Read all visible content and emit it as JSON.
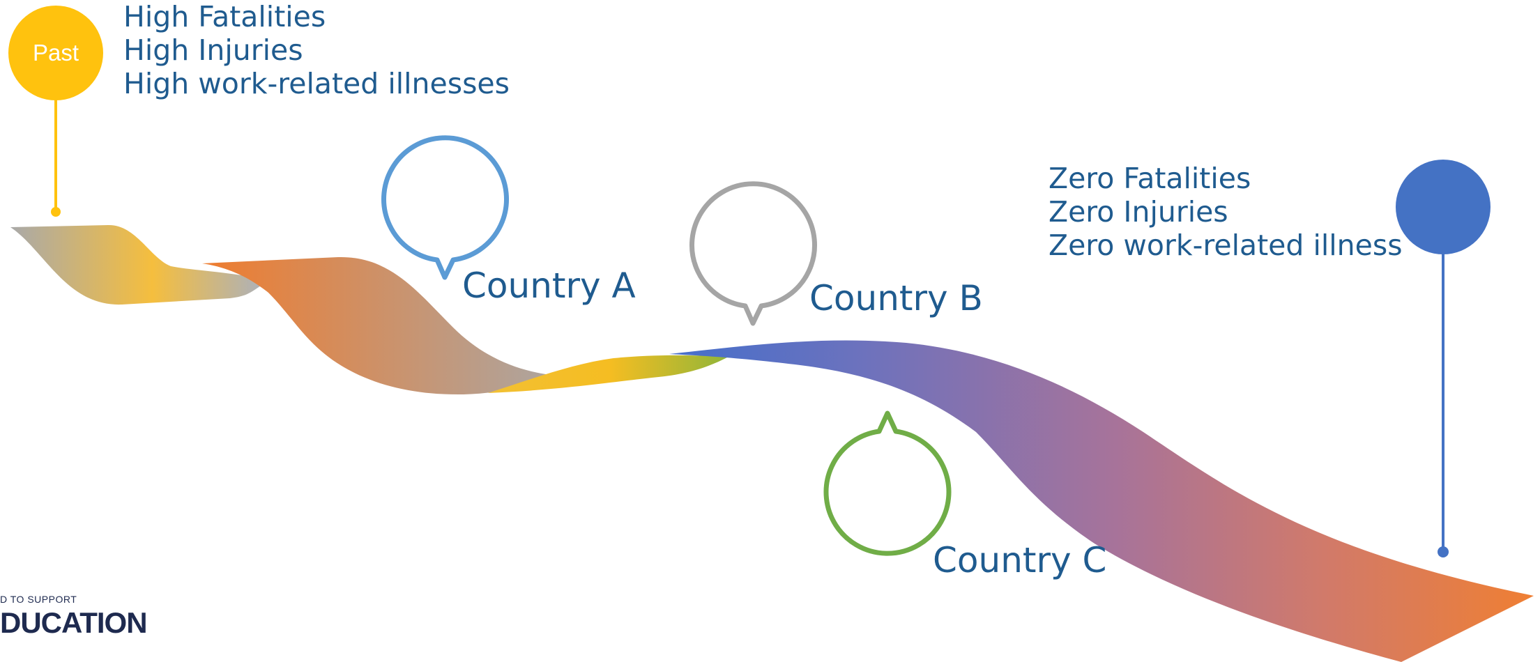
{
  "past": {
    "marker_label": "Past",
    "lines": [
      "High Fatalities",
      "High Injuries",
      "High work-related illnesses"
    ],
    "color": "#FFC20E"
  },
  "future": {
    "lines": [
      "Zero Fatalities",
      "Zero Injuries",
      "Zero work-related illness"
    ],
    "color": "#4472C4"
  },
  "countries": [
    {
      "label": "Country A",
      "color": "#5B9BD5"
    },
    {
      "label": "Country B",
      "color": "#A5A5A5"
    },
    {
      "label": "Country C",
      "color": "#70AD47"
    }
  ],
  "text_color": "#1F5B8F",
  "ribbon_colors": {
    "grey": "#A5A5A5",
    "orange": "#ED7D31",
    "yellow": "#FFC20E",
    "blue": "#4472C4",
    "green": "#70AD47"
  },
  "logo": {
    "small_text": "D TO SUPPORT",
    "big_text": "DUCATION"
  }
}
